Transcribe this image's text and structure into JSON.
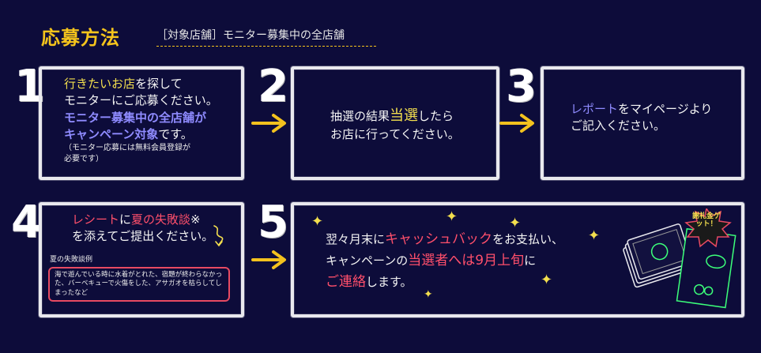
{
  "header": {
    "title": "応募方法",
    "subtitle": "［対象店舗］モニター募集中の全店舗"
  },
  "steps": {
    "s1": {
      "num": "1",
      "line1_hl": "行きたいお店",
      "line1_rest": "を探して",
      "line2": "モニターにご応募ください。",
      "line3_hl": "モニター募集中の全店舗が",
      "line4_hl": "キャンペーン対象",
      "line4_rest": "です。",
      "note1": "（モニター応募には無料会員登録が",
      "note2": "必要です）"
    },
    "s2": {
      "num": "2",
      "line1_pre": "抽選の結果",
      "line1_hl": "当選",
      "line1_post": "したら",
      "line2": "お店に行ってください。"
    },
    "s3": {
      "num": "3",
      "line1_hl": "レポート",
      "line1_rest": "をマイページより",
      "line2": "ご記入ください。"
    },
    "s4": {
      "num": "4",
      "line1_hl": "レシート",
      "line1_mid": "に",
      "line1_hl2": "夏の失敗談",
      "line1_mark": "※",
      "line2": "を添えてご提出ください。",
      "example_title": "夏の失敗談例",
      "example_text": "海で遊んでいる時に水着がとれた、宿題が終わらなかった、バーベキューで火傷をした、アサガオを枯らしてしまったなど"
    },
    "s5": {
      "num": "5",
      "line1_pre": "翌々月末に",
      "line1_hl": "キャッシュバック",
      "line1_post": "をお支払い、",
      "line2_pre": "キャンペーンの",
      "line2_hl": "当選者へは9月上旬",
      "line2_post": "に",
      "line3_hl": "ご連絡",
      "line3_post": "します。",
      "badge": "謝礼金ゲット！"
    }
  },
  "colors": {
    "background": "#0d0c3a",
    "chalk_white": "#e9e9ee",
    "title_yellow": "#f5c41c",
    "highlight_yellow": "#f3df4e",
    "highlight_purple": "#8f8bff",
    "highlight_red": "#ff4f6b",
    "arrow_yellow": "#f3c21e"
  },
  "icons": {
    "arrow": "arrow-right-icon",
    "sparkle": "sparkle-icon",
    "money": "money-stack-icon",
    "cursor": "squiggle-arrow-icon"
  }
}
